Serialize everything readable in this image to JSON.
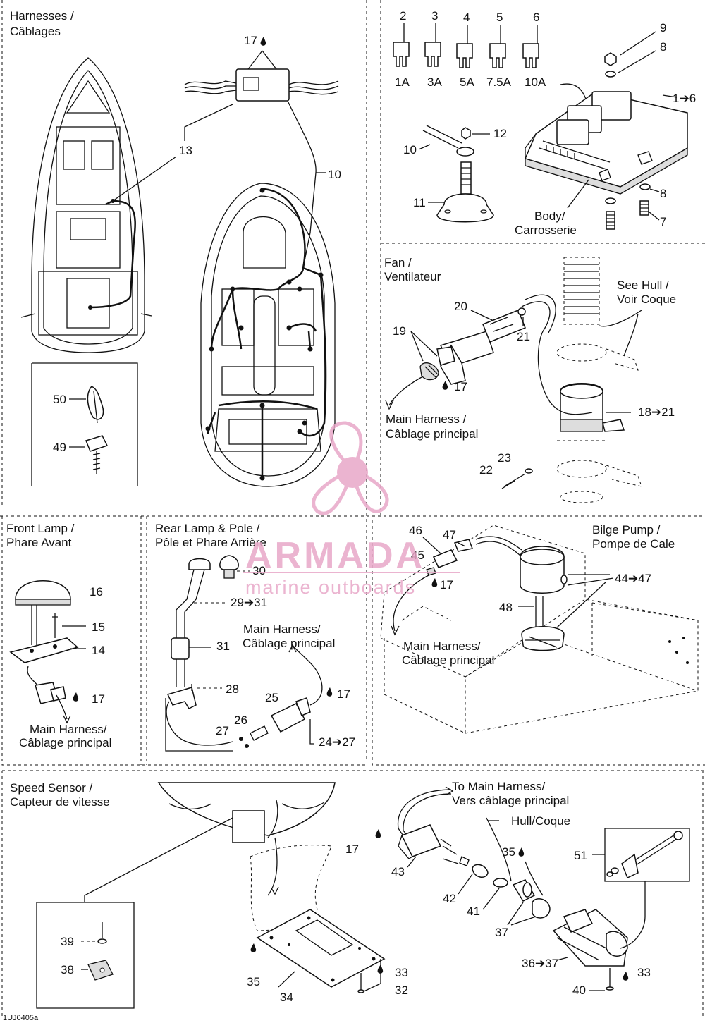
{
  "panels": {
    "harnesses": {
      "title1": "Harnesses /",
      "title2": "Câblages"
    },
    "fuses": {
      "body1": "Body/",
      "body2": "Carrosserie"
    },
    "fan": {
      "title1": "Fan /",
      "title2": "Ventilateur",
      "see_hull1": "See Hull /",
      "see_hull2": "Voir Coque",
      "main1": "Main Harness /",
      "main2": "Câblage principal"
    },
    "front_lamp": {
      "title1": "Front Lamp /",
      "title2": "Phare Avant",
      "main1": "Main Harness/",
      "main2": "Câblage principal"
    },
    "rear_lamp": {
      "title1": "Rear Lamp & Pole /",
      "title2": "Pôle et Phare Arrière",
      "main1": "Main Harness/",
      "main2": "Câblage principal"
    },
    "bilge": {
      "title1": "Bilge Pump /",
      "title2": "Pompe de Cale",
      "main1": "Main Harness/",
      "main2": "Câblage principal"
    },
    "speed": {
      "title1": "Speed Sensor /",
      "title2": "Capteur de vitesse",
      "to_main1": "To Main Harness/",
      "to_main2": "Vers câblage principal",
      "hull": "Hull/Coque"
    }
  },
  "fuse_ratings": [
    "1A",
    "3A",
    "5A",
    "7.5A",
    "10A"
  ],
  "part_numbers": {
    "p17": "17",
    "p13": "13",
    "p10": "10",
    "p50": "50",
    "p49": "49",
    "p2": "2",
    "p3": "3",
    "p4": "4",
    "p5": "5",
    "p6": "6",
    "p9": "9",
    "p8a": "8",
    "p8b": "8",
    "p1_6": "1➔6",
    "p12": "12",
    "p10b": "10",
    "p11": "11",
    "p7": "7",
    "p20": "20",
    "p19": "19",
    "p21": "21",
    "p17b": "17",
    "p18_21": "18➔21",
    "p23": "23",
    "p22": "22",
    "p16": "16",
    "p15": "15",
    "p14": "14",
    "p17c": "17",
    "p30": "30",
    "p29_31": "29➔31",
    "p31": "31",
    "p28": "28",
    "p25": "25",
    "p17d": "17",
    "p26": "26",
    "p27": "27",
    "p24_27": "24➔27",
    "p46": "46",
    "p47": "47",
    "p45": "45",
    "p17e": "17",
    "p44_47": "44➔47",
    "p48": "48",
    "p17f": "17",
    "p43": "43",
    "p35a": "35",
    "p42": "42",
    "p41": "41",
    "p37": "37",
    "p36_37": "36➔37",
    "p51": "51",
    "p33a": "33",
    "p40": "40",
    "p39": "39",
    "p38": "38",
    "p35b": "35",
    "p34": "34",
    "p33b": "33",
    "p32": "32"
  },
  "watermark": {
    "brand": "ARMADA",
    "tagline": "marine outboards",
    "color": "#e8a7c8"
  },
  "footer_code": "1UJ0405a"
}
